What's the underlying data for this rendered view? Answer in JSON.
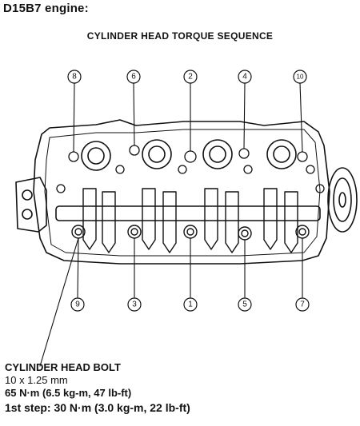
{
  "header": {
    "title": "D15B7 engine:"
  },
  "diagram": {
    "title": "CYLINDER HEAD TORQUE SEQUENCE",
    "callouts": [
      "1",
      "2",
      "3",
      "4",
      "5",
      "6",
      "7",
      "8",
      "9",
      "10"
    ]
  },
  "spec": {
    "part": "CYLINDER HEAD BOLT",
    "size": "10 x 1.25 mm",
    "torque": "65 N·m (6.5 kg-m, 47 lb-ft)",
    "step1": "1st step:  30 N·m (3.0 kg-m, 22 lb-ft)"
  }
}
